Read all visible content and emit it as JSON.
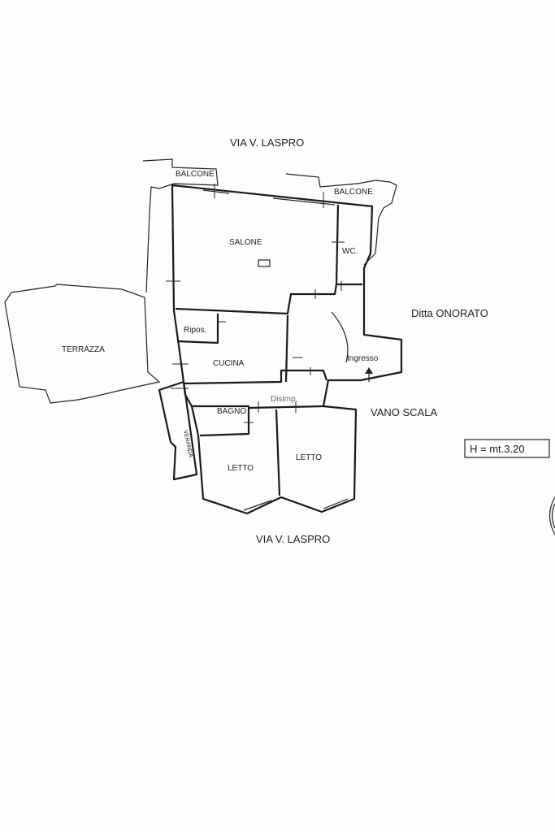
{
  "street_labels": {
    "top": "VIA V. LASPRO",
    "bottom": "VIA V. LASPRO"
  },
  "outside_labels": {
    "neighbor": "Ditta ONORATO",
    "stairwell": "VANO SCALA"
  },
  "height_note": "H = mt.3.20",
  "rooms": {
    "balcone_left": "BALCONE",
    "balcone_right": "BALCONE",
    "salone": "SALONE",
    "wc": "WC.",
    "ripos": "Ripos.",
    "cucina": "CUCINA",
    "ingresso": "Ingresso",
    "terrazza": "TERRAZZA",
    "veranda": "VERANDA",
    "bagno": "BAGNO",
    "disimp": "Disimp.",
    "letto_left": "LETTO",
    "letto_right": "LETTO"
  }
}
